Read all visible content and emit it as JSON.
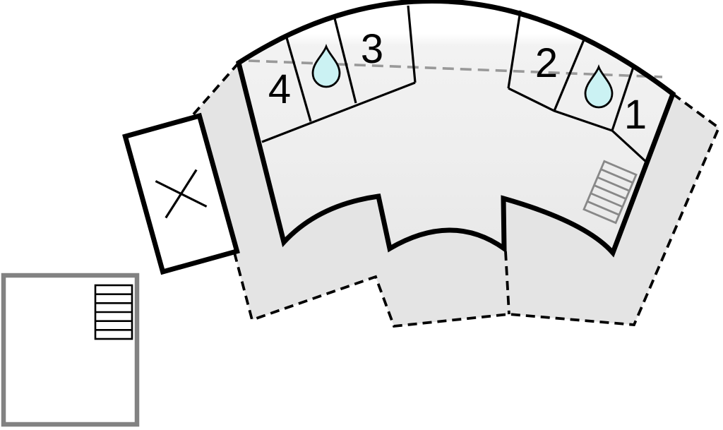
{
  "plan": {
    "kind": "holiday-home floor plan",
    "rooms": [
      {
        "number": "4"
      },
      {
        "number": "3"
      },
      {
        "number": "2"
      },
      {
        "number": "1"
      }
    ],
    "icons": {
      "bathroom_left": "water-drop-icon",
      "bathroom_right": "water-drop-icon",
      "carport": "x-cross-icon",
      "stairs_main": "stairs-icon",
      "stairs_basement": "stairs-icon"
    }
  },
  "colors": {
    "wall": "#000000",
    "terrace_fill": "#e4e4e4",
    "interior_top": "#ffffff",
    "interior_bottom": "#e8e8e8",
    "drop_fill": "#cbf2f3",
    "ridge_dash": "#999999",
    "stairs_stroke": "#888888",
    "inset_border": "#828282"
  }
}
